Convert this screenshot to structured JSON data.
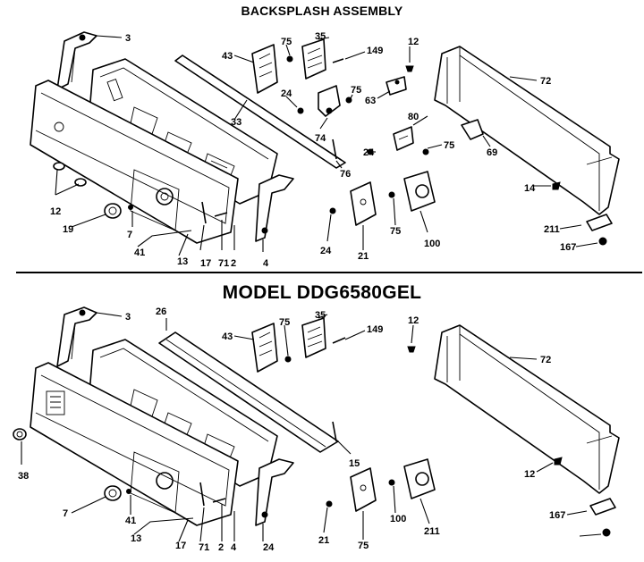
{
  "top_title": "BACKSPLASH ASSEMBLY",
  "model_title": "MODEL DDG6580GEL",
  "top_section": {
    "labels": [
      "3",
      "43",
      "75",
      "35",
      "149",
      "12",
      "72",
      "33",
      "24",
      "75",
      "63",
      "74",
      "80",
      "24",
      "75",
      "69",
      "76",
      "14",
      "12",
      "19",
      "7",
      "41",
      "13",
      "17",
      "71",
      "2",
      "4",
      "24",
      "21",
      "75",
      "100",
      "211",
      "167"
    ]
  },
  "bottom_section": {
    "labels": [
      "3",
      "26",
      "43",
      "75",
      "35",
      "149",
      "12",
      "72",
      "38",
      "15",
      "12",
      "7",
      "41",
      "13",
      "17",
      "71",
      "2",
      "4",
      "24",
      "21",
      "75",
      "100",
      "211",
      "167"
    ]
  }
}
